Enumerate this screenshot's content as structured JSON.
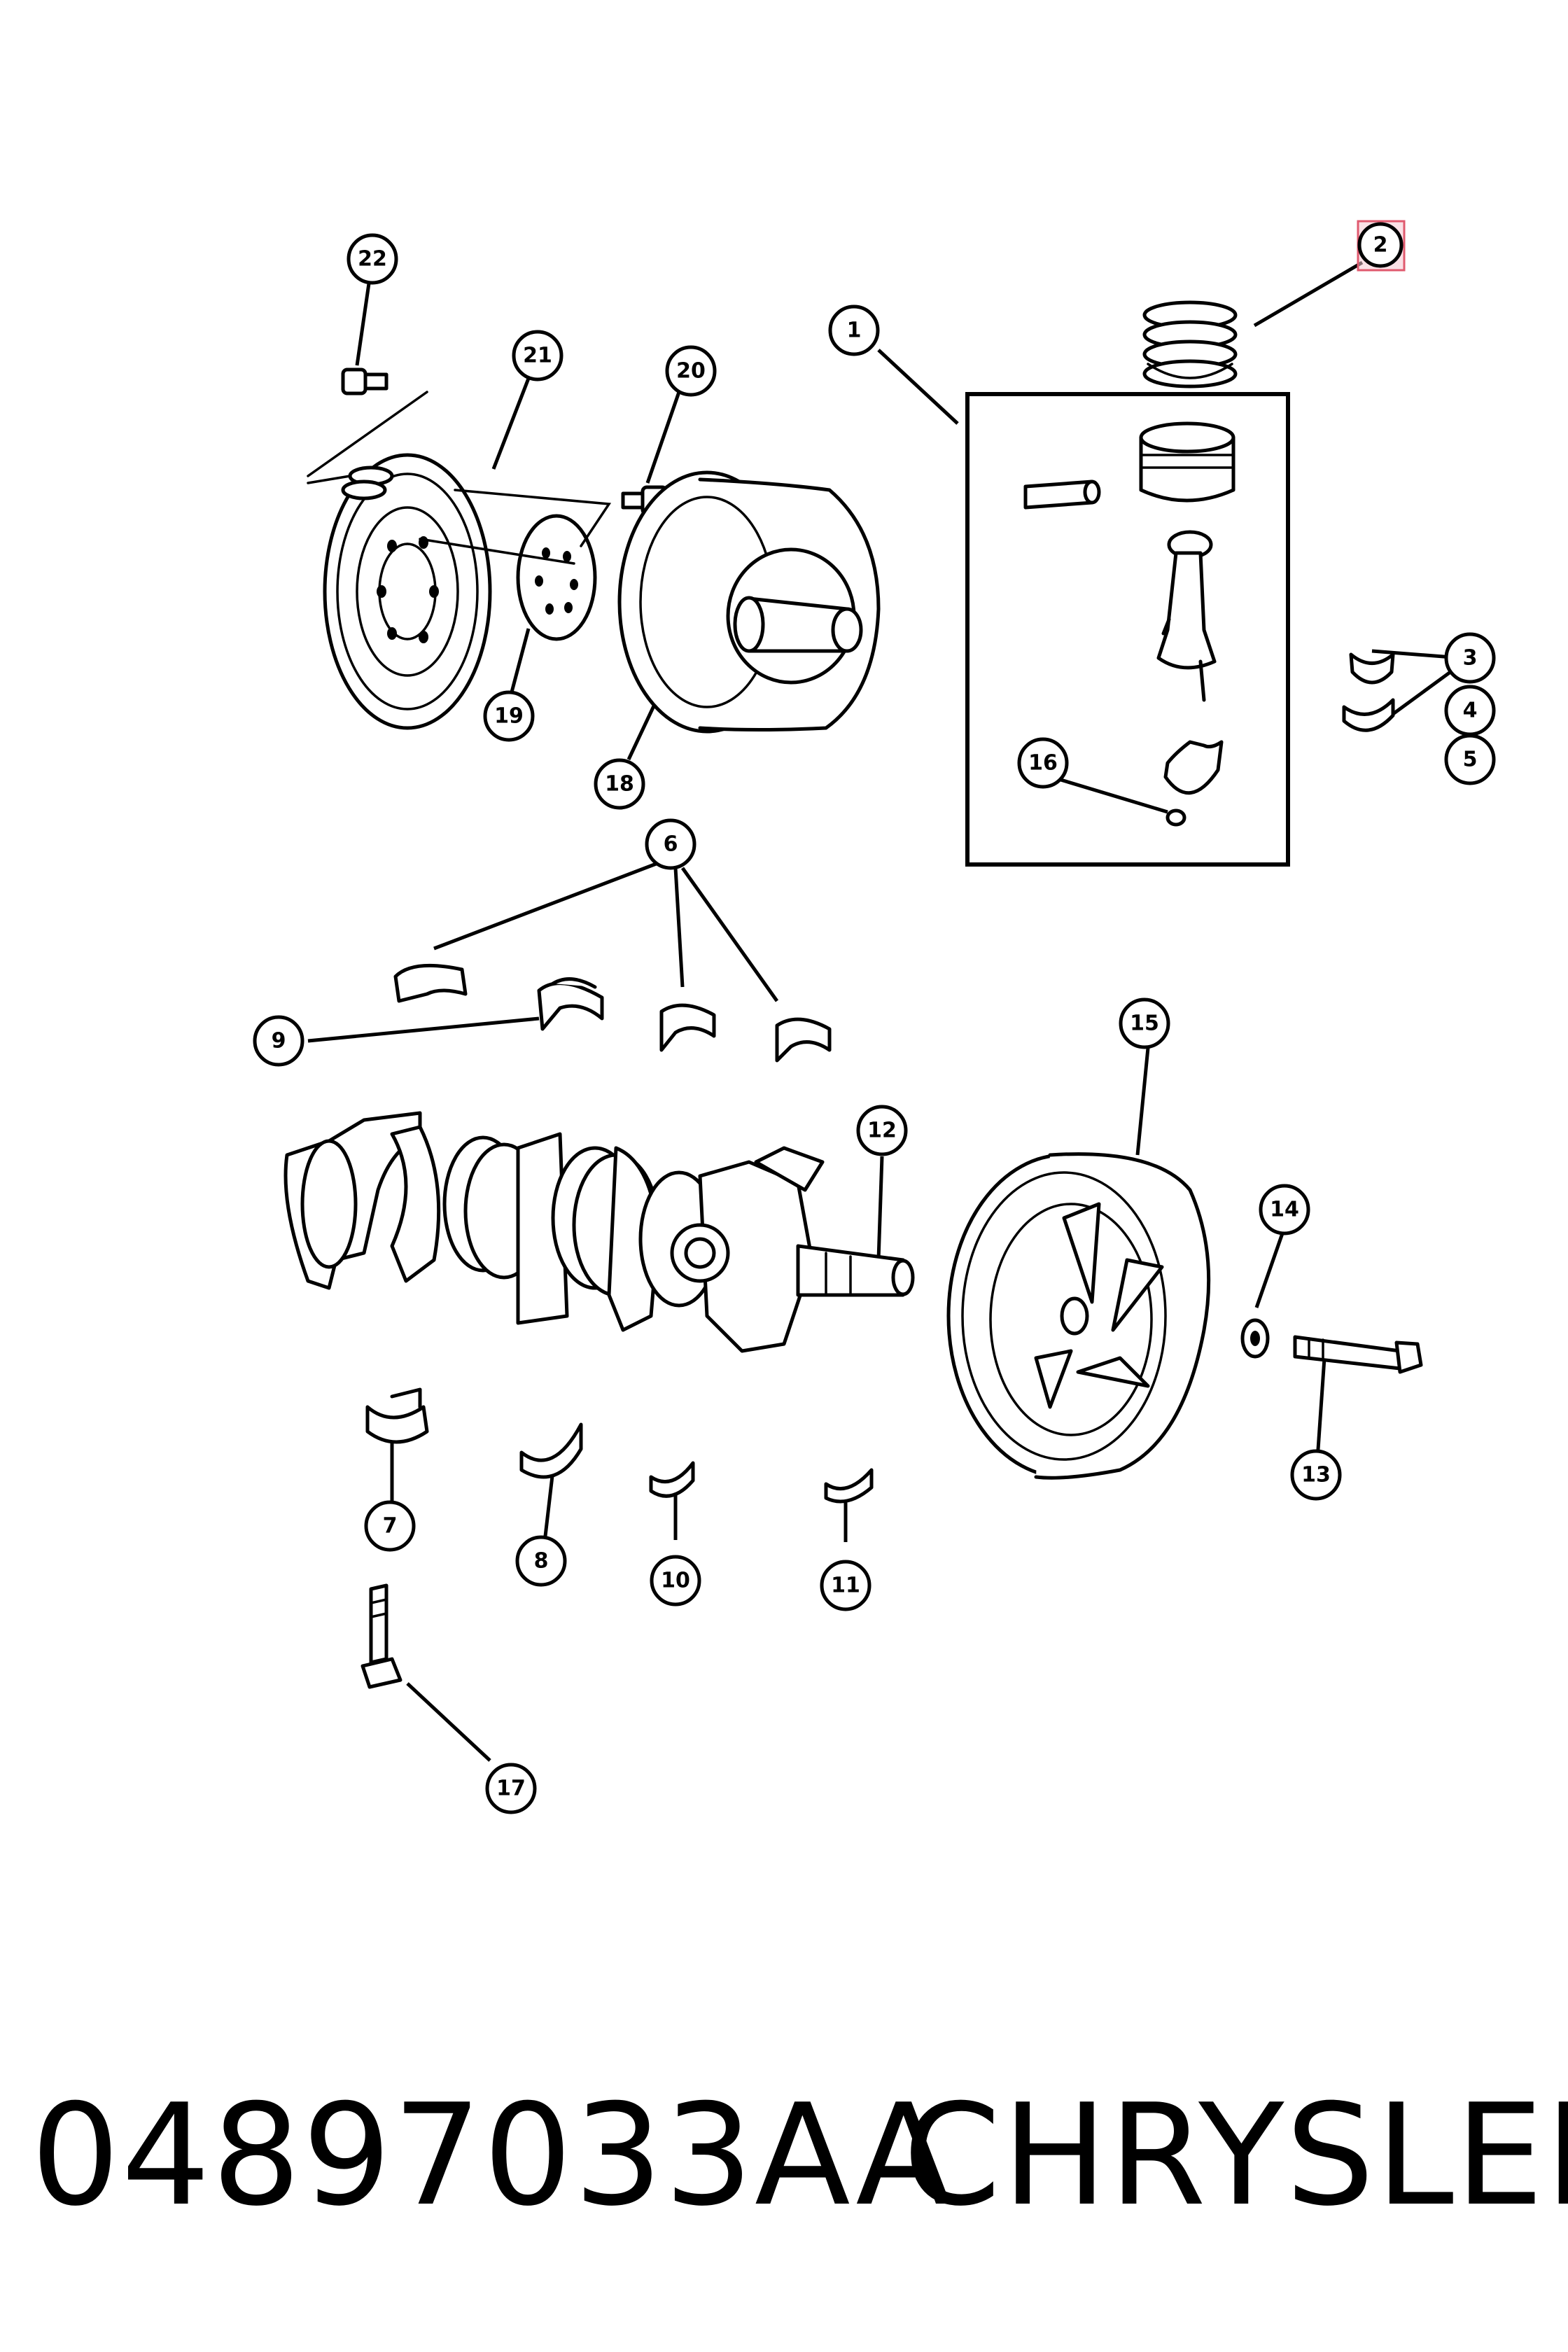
{
  "callouts": {
    "c1": "1",
    "c2": "2",
    "c3": "3",
    "c4": "4",
    "c5": "5",
    "c6": "6",
    "c7": "7",
    "c8": "8",
    "c9": "9",
    "c10": "10",
    "c11": "11",
    "c12": "12",
    "c13": "13",
    "c14": "14",
    "c15": "15",
    "c16": "16",
    "c17": "17",
    "c18": "18",
    "c19": "19",
    "c20": "20",
    "c21": "21",
    "c22": "22"
  },
  "highlighted_callout": "2",
  "footer": {
    "part_number": "04897033AA",
    "brand": "CHRYSLER"
  },
  "colors": {
    "highlight_fill": "#f6c9d2",
    "highlight_stroke": "#e05a6f"
  }
}
